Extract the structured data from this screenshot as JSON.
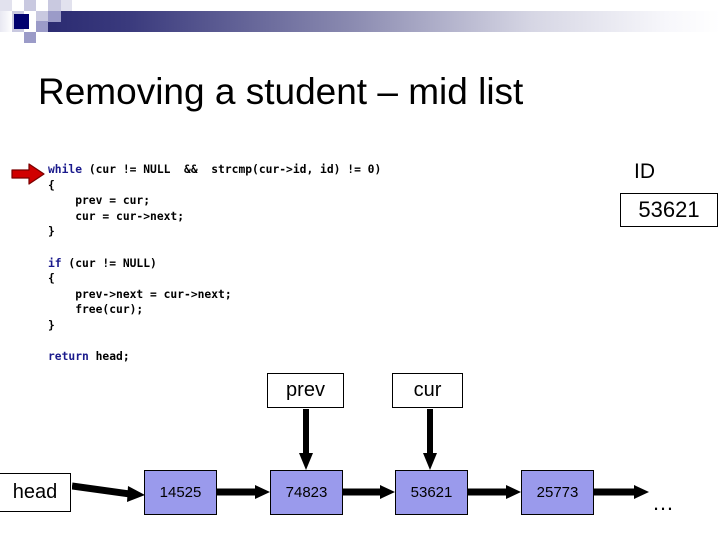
{
  "slide": {
    "title": "Removing a student – mid list",
    "bullet_icon": "red-right-arrow-icon"
  },
  "code": {
    "language": "c",
    "lines": [
      {
        "keyword": "while",
        "rest": " (cur != NULL  &&  strcmp(cur->id, id) != 0)"
      },
      {
        "keyword": "",
        "rest": "{"
      },
      {
        "keyword": "",
        "rest": "    prev = cur;"
      },
      {
        "keyword": "",
        "rest": "    cur = cur->next;"
      },
      {
        "keyword": "",
        "rest": "}"
      },
      {
        "keyword": "",
        "rest": ""
      },
      {
        "keyword": "if",
        "rest": " (cur != NULL)"
      },
      {
        "keyword": "",
        "rest": "{"
      },
      {
        "keyword": "",
        "rest": "    prev->next = cur->next;"
      },
      {
        "keyword": "",
        "rest": "    free(cur);"
      },
      {
        "keyword": "",
        "rest": "}"
      },
      {
        "keyword": "",
        "rest": ""
      },
      {
        "keyword": "return",
        "rest": " head;"
      }
    ],
    "keyword_color": "#1a1a8c",
    "text_color": "#000000"
  },
  "id_readout": {
    "label": "ID",
    "value": "53621"
  },
  "pointers": [
    {
      "name": "prev",
      "label": "prev",
      "target_index": 1
    },
    {
      "name": "cur",
      "label": "cur",
      "target_index": 2
    }
  ],
  "list": {
    "head_label": "head",
    "nodes": [
      {
        "value": "14525"
      },
      {
        "value": "74823"
      },
      {
        "value": "53621"
      },
      {
        "value": "25773"
      }
    ],
    "continuation": "…",
    "node_fill": "#9a9aec",
    "node_border": "#000000"
  },
  "banner": {
    "gradient_from": "#2b2b72",
    "gradient_to": "#ffffff",
    "accent_navy": "#00006e"
  }
}
